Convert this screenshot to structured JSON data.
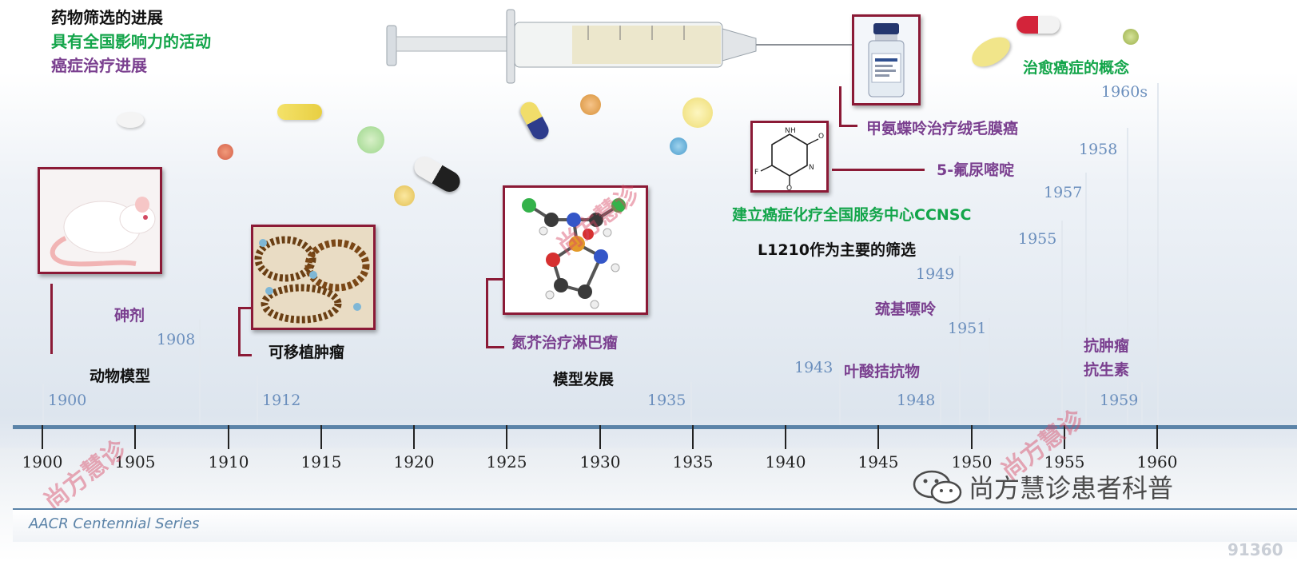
{
  "legend": {
    "screening": "药物筛选的进展",
    "national": "具有全国影响力的活动",
    "treatment": "癌症治疗进展"
  },
  "events": {
    "animal_model": "动物模型",
    "arsenic": "砷剂",
    "transplant_tumor": "可移植肿瘤",
    "nitrogen_mustard": "氮芥治疗淋巴瘤",
    "model_dev": "模型发展",
    "folate_antagonist": "叶酸拮抗物",
    "mercaptopurine": "巯基嘌呤",
    "l1210": "L1210作为主要的筛选",
    "ccnsc": "建立癌症化疗全国服务中心CCNSC",
    "fluorouracil": "5-氟尿嘧啶",
    "methotrexate": "甲氨蝶呤治疗绒毛膜癌",
    "cure_concept": "治愈癌症的概念",
    "antitumor_line1": "抗肿瘤",
    "antitumor_line2": "抗生素"
  },
  "years": {
    "y1900": "1900",
    "y1908": "1908",
    "y1912": "1912",
    "y1935": "1935",
    "y1943": "1943",
    "y1948": "1948",
    "y1949": "1949",
    "y1951": "1951",
    "y1955": "1955",
    "y1957": "1957",
    "y1958": "1958",
    "y1959": "1959",
    "y1960s": "1960s"
  },
  "axis_ticks": [
    "1900",
    "1905",
    "1910",
    "1915",
    "1920",
    "1925",
    "1930",
    "1935",
    "1940",
    "1945",
    "1950",
    "1955",
    "1960"
  ],
  "molecule_labels": {
    "n1": "N",
    "n2": "N",
    "h": "H",
    "o1": "O",
    "o2": "O",
    "f": "F"
  },
  "footer": {
    "series": "AACR Centennial Series",
    "wechat": "尚方慧诊患者科普",
    "badge": "91360"
  },
  "watermarks": [
    "尚方慧诊",
    "尚方慧诊",
    "尚方慧诊"
  ],
  "colors": {
    "axis": "#5b83a8",
    "bracket": "#8b1a36",
    "green": "#13a54a",
    "purple": "#7a3f8f",
    "year": "#6b8fbd"
  }
}
